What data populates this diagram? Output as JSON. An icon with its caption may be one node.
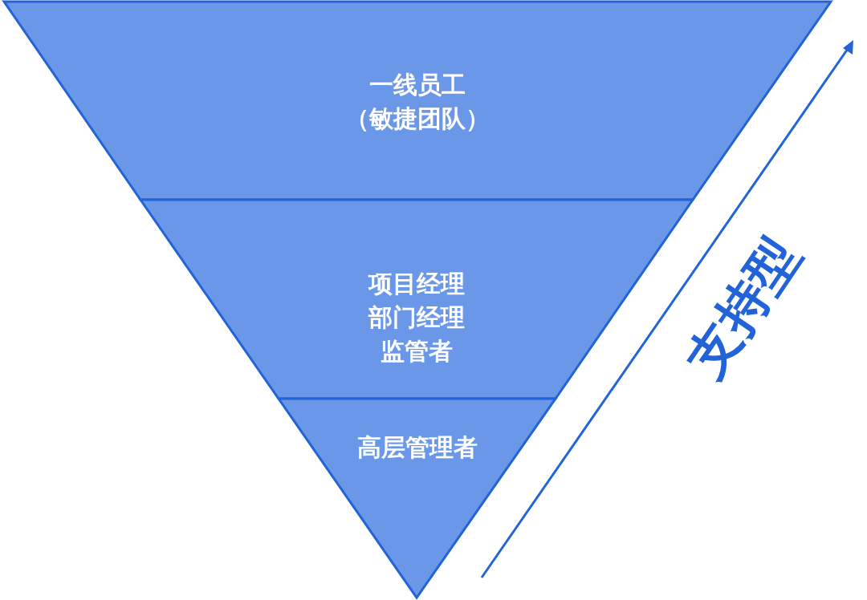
{
  "diagram": {
    "nodes": [
      {
        "text": [
          "一线员工",
          "（敏捷团队）"
        ]
      },
      {
        "text": [
          "项目经理",
          "部门经理",
          "监管者"
        ]
      },
      {
        "text": [
          "高层管理者"
        ]
      }
    ],
    "labels": [
      "支持型"
    ]
  }
}
